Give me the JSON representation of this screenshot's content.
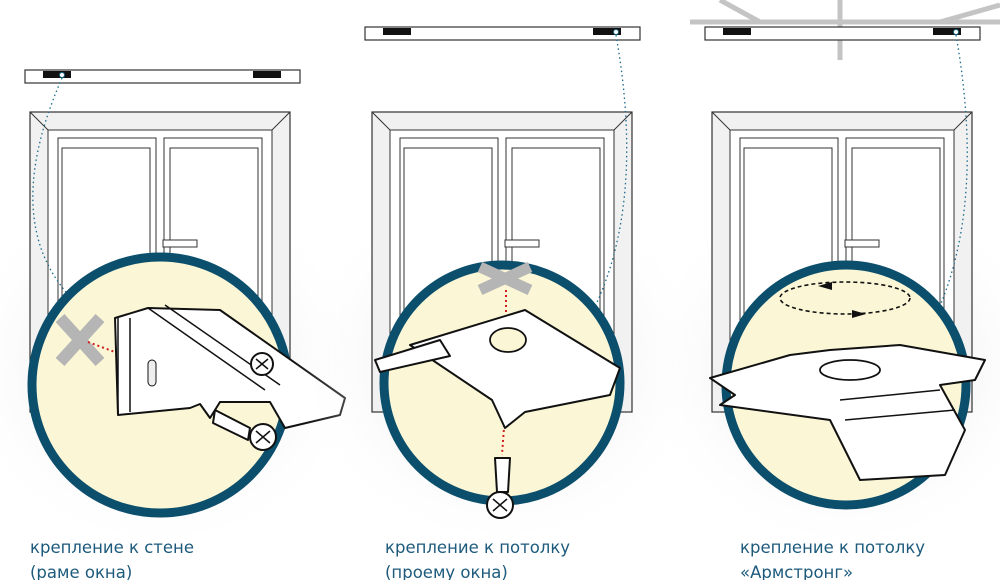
{
  "colors": {
    "accent_ring": "#0b4f6c",
    "lens_fill": "#fbf7d6",
    "caption": "#1d5a7c",
    "screw_line": "#d01c1c",
    "cross_mark": "#b5b5b5"
  },
  "panels": [
    {
      "id": "wall",
      "caption_line1": "крепление к стене",
      "caption_line2": "(раме окна)",
      "icon": "wall-bracket-icon"
    },
    {
      "id": "ceiling",
      "caption_line1": "крепление к потолку",
      "caption_line2": "(проему окна)",
      "icon": "ceiling-clip-icon"
    },
    {
      "id": "armstrong",
      "caption_line1": "крепление к потолку",
      "caption_line2": "«Армстронг»",
      "icon": "armstrong-clip-icon"
    }
  ]
}
